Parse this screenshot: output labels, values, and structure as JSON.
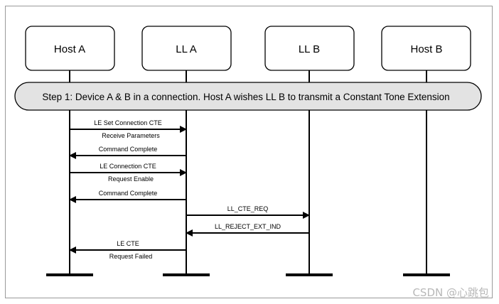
{
  "diagram": {
    "participants": [
      "Host A",
      "LL A",
      "LL B",
      "Host B"
    ],
    "step_banner": "Step 1: Device A & B in a connection. Host A wishes LL B to transmit a Constant Tone Extension",
    "messages": [
      {
        "from": "Host A",
        "to": "LL A",
        "lines": [
          "LE Set Connection CTE",
          "Receive Parameters"
        ]
      },
      {
        "from": "LL A",
        "to": "Host A",
        "lines": [
          "Command Complete"
        ]
      },
      {
        "from": "Host A",
        "to": "LL A",
        "lines": [
          "LE Connection CTE",
          "Request Enable"
        ]
      },
      {
        "from": "LL A",
        "to": "Host A",
        "lines": [
          "Command Complete"
        ]
      },
      {
        "from": "LL A",
        "to": "LL B",
        "lines": [
          "LL_CTE_REQ"
        ]
      },
      {
        "from": "LL B",
        "to": "LL A",
        "lines": [
          "LL_REJECT_EXT_IND"
        ]
      },
      {
        "from": "LL A",
        "to": "Host A",
        "lines": [
          "LE CTE",
          "Request Failed"
        ]
      }
    ]
  },
  "watermark": "CSDN @心跳包"
}
